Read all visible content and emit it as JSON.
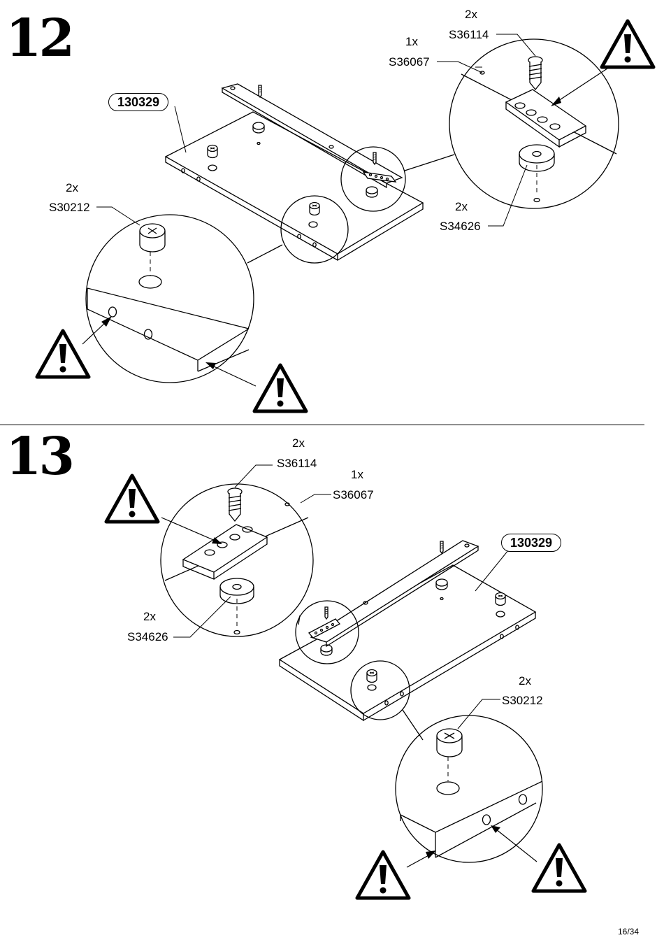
{
  "step12": {
    "number": "12",
    "board_part": "130329",
    "callouts": {
      "screw": {
        "qty": "2x",
        "code": "S36114"
      },
      "rail": {
        "qty": "1x",
        "code": "S36067"
      },
      "spacer": {
        "qty": "2x",
        "code": "S34626"
      },
      "cam": {
        "qty": "2x",
        "code": "S30212"
      }
    }
  },
  "step13": {
    "number": "13",
    "board_part": "130329",
    "callouts": {
      "screw": {
        "qty": "2x",
        "code": "S36114"
      },
      "rail": {
        "qty": "1x",
        "code": "S36067"
      },
      "spacer": {
        "qty": "2x",
        "code": "S34626"
      },
      "cam": {
        "qty": "2x",
        "code": "S30212"
      }
    }
  },
  "page_number": "16/34",
  "warning_icon": "warning-triangle-exclamation"
}
